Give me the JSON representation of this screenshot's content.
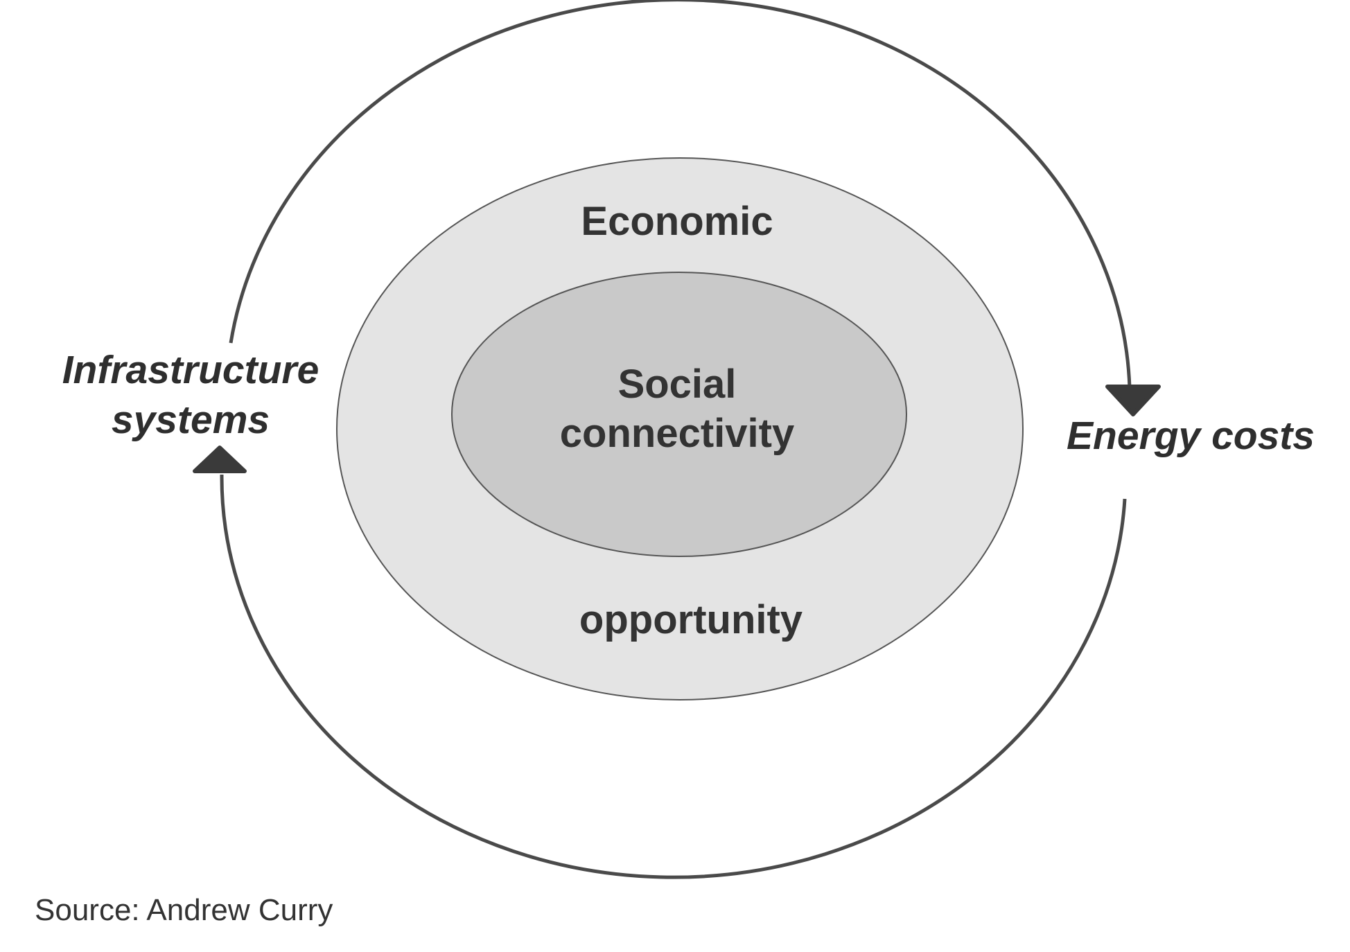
{
  "diagram": {
    "outer_label": "Economic",
    "outer_label_bottom": "opportunity",
    "inner_label_line1": "Social",
    "inner_label_line2": "connectivity",
    "left_label_line1": "Infrastructure",
    "left_label_line2": "systems",
    "right_label": "Energy costs",
    "source": "Source: Andrew Curry"
  },
  "colors": {
    "outer_fill": "#e4e4e4",
    "inner_fill": "#c9c9c9",
    "stroke": "#4a4a4a",
    "text": "#333333"
  },
  "icons": [
    "arrow-down-icon",
    "arrow-up-icon"
  ]
}
